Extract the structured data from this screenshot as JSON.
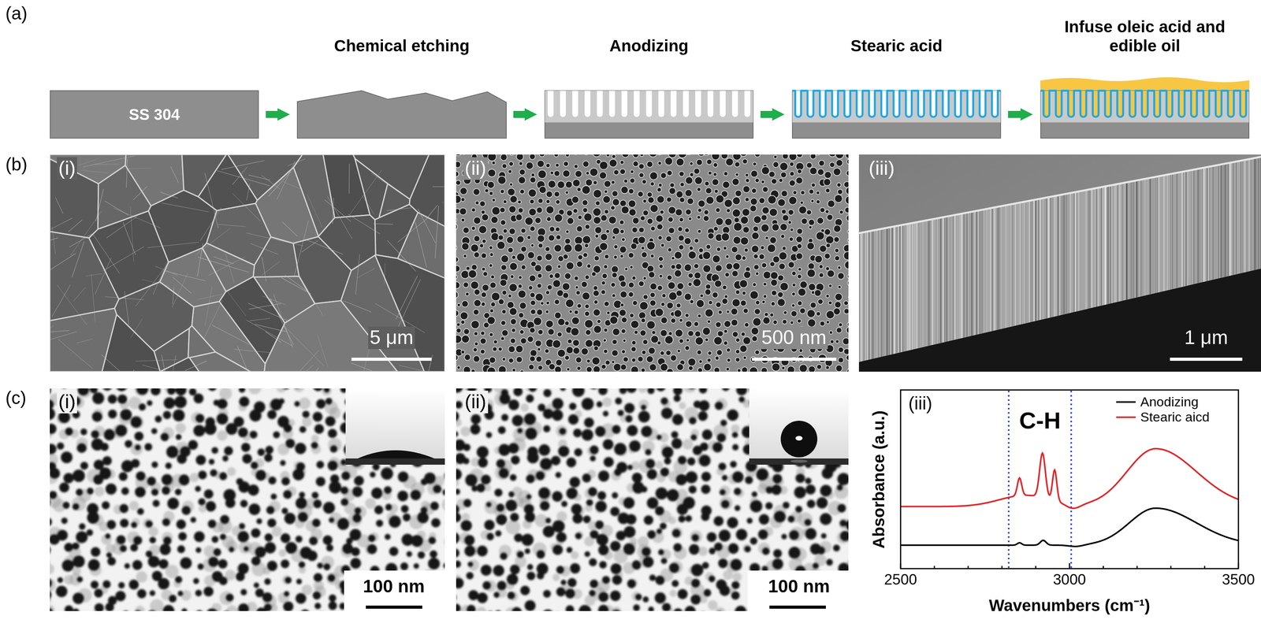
{
  "diagram": {
    "nodes": [
      {
        "text": [
          "SS 304"
        ]
      },
      {
        "text": [
          "Chemical etching"
        ]
      },
      {
        "text": [
          "Anodizing"
        ]
      },
      {
        "text": [
          "Stearic acid"
        ]
      },
      {
        "text": [
          "Infuse oleic acid and edible oil"
        ]
      }
    ],
    "edges": [
      {
        "from": 0,
        "to": 1,
        "arrow": "to"
      },
      {
        "from": 1,
        "to": 2,
        "arrow": "to"
      },
      {
        "from": 2,
        "to": 3,
        "arrow": "to"
      },
      {
        "from": 3,
        "to": 4,
        "arrow": "to"
      }
    ],
    "labels": [
      "(a)",
      "(b)",
      "(i)",
      "(ii)",
      "(iii)",
      "5 μm",
      "500 nm",
      "1 μm",
      "(c)",
      "(i)",
      "(ii)",
      "100 nm",
      "100 nm",
      "(iii)",
      "C-H",
      "Absorbance (a.u.)",
      "Wavenumbers (cm⁻¹)",
      "2500",
      "3000",
      "3500"
    ],
    "legend": [
      {
        "text": "Anodizing"
      },
      {
        "text": "Stearic aicd"
      }
    ]
  }
}
